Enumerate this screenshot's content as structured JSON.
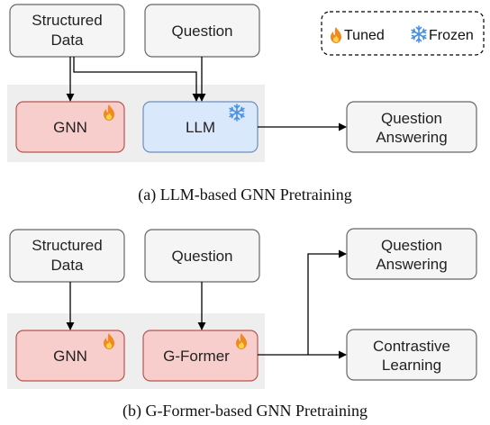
{
  "legend": {
    "tuned_label": "Tuned",
    "frozen_label": "Frozen",
    "tuned_icon": "fire-icon",
    "frozen_icon": "snowflake-icon"
  },
  "diagram_a": {
    "structured_data": [
      "Structured",
      "Data"
    ],
    "question": "Question",
    "gnn": "GNN",
    "llm": "LLM",
    "output": [
      "Question",
      "Answering"
    ],
    "caption": "(a) LLM-based GNN Pretraining"
  },
  "diagram_b": {
    "structured_data": [
      "Structured",
      "Data"
    ],
    "question": "Question",
    "gnn": "GNN",
    "gformer": "G-Former",
    "output_1": [
      "Question",
      "Answering"
    ],
    "output_2": [
      "Contrastive",
      "Learning"
    ],
    "caption": "(b) G-Former-based GNN Pretraining"
  },
  "colors": {
    "tuned_fill": "#f8cecc",
    "tuned_stroke": "#b85450",
    "frozen_fill": "#dae8fc",
    "frozen_stroke": "#6c8ebf",
    "input_fill": "#f5f5f5",
    "input_stroke": "#666666",
    "group_bg": "#eeeeee"
  }
}
